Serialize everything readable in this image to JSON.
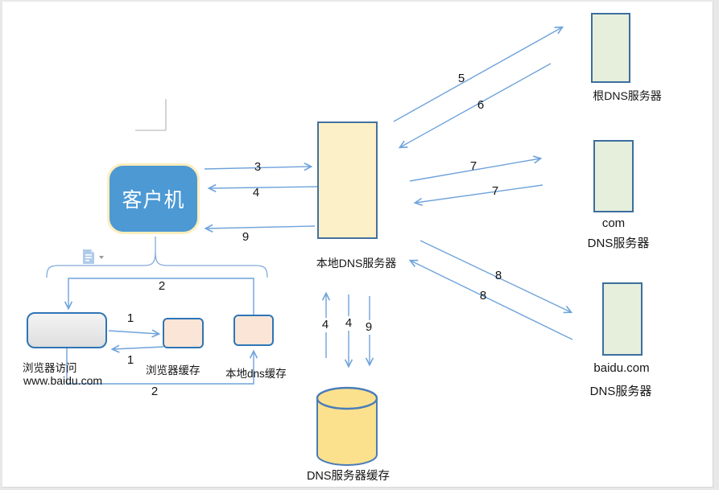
{
  "window": {
    "page_background": "#ffffff",
    "desk_background": "#e8e8e8"
  },
  "icons": {
    "paste_options_icon": "paste-options-clipboard",
    "dropdown_arrow_icon": "▾"
  },
  "diagram": {
    "nodes": {
      "client": {
        "label": "客户机"
      },
      "local_dns_server": {
        "label": "本地DNS服务器"
      },
      "root_dns_server": {
        "label": "根DNS服务器"
      },
      "com_dns_server": {
        "label_line1": "com",
        "label_line2": "DNS服务器"
      },
      "baidu_dns_server": {
        "label_line1": "baidu.com",
        "label_line2": "DNS服务器"
      },
      "browser_access": {
        "label": "浏览器访问",
        "sublabel": "www.baidu.com"
      },
      "browser_cache": {
        "label": "浏览器缓存"
      },
      "local_dns_cache": {
        "label": "本地dns缓存"
      },
      "dns_server_cache": {
        "label": "DNS服务器缓存"
      }
    },
    "steps": {
      "to_browser_cache": "1",
      "from_browser_cache": "1",
      "from_local_dns_cache": "2",
      "to_local_dns_cache": "2",
      "client_to_local_dns": "3",
      "local_dns_to_client": "4",
      "to_root": "5",
      "from_root": "6",
      "to_com": "7",
      "from_com": "7",
      "to_baidu": "8",
      "from_baidu": "8",
      "final_to_client": "9",
      "cache_to_local_dns": "4",
      "local_dns_to_cache": "4",
      "store_to_cache": "9"
    },
    "colors": {
      "arrow": "#6fa3db",
      "brace": "#82a9db",
      "client_fill": "#4c99d4",
      "client_border": "#ffedbc",
      "local_dns_fill": "#fcf0c8",
      "local_dns_border": "#44719d",
      "green_fill": "#e6efdc",
      "green_border": "#3c6e9e",
      "peach_fill": "#fbe5d6",
      "gray_fill": "#eaeaea",
      "blue_border": "#2e75b6",
      "cylinder_fill": "#fbe18e",
      "cylinder_border": "#4a7cb8",
      "corner_mark": "#c8c8c8"
    }
  }
}
